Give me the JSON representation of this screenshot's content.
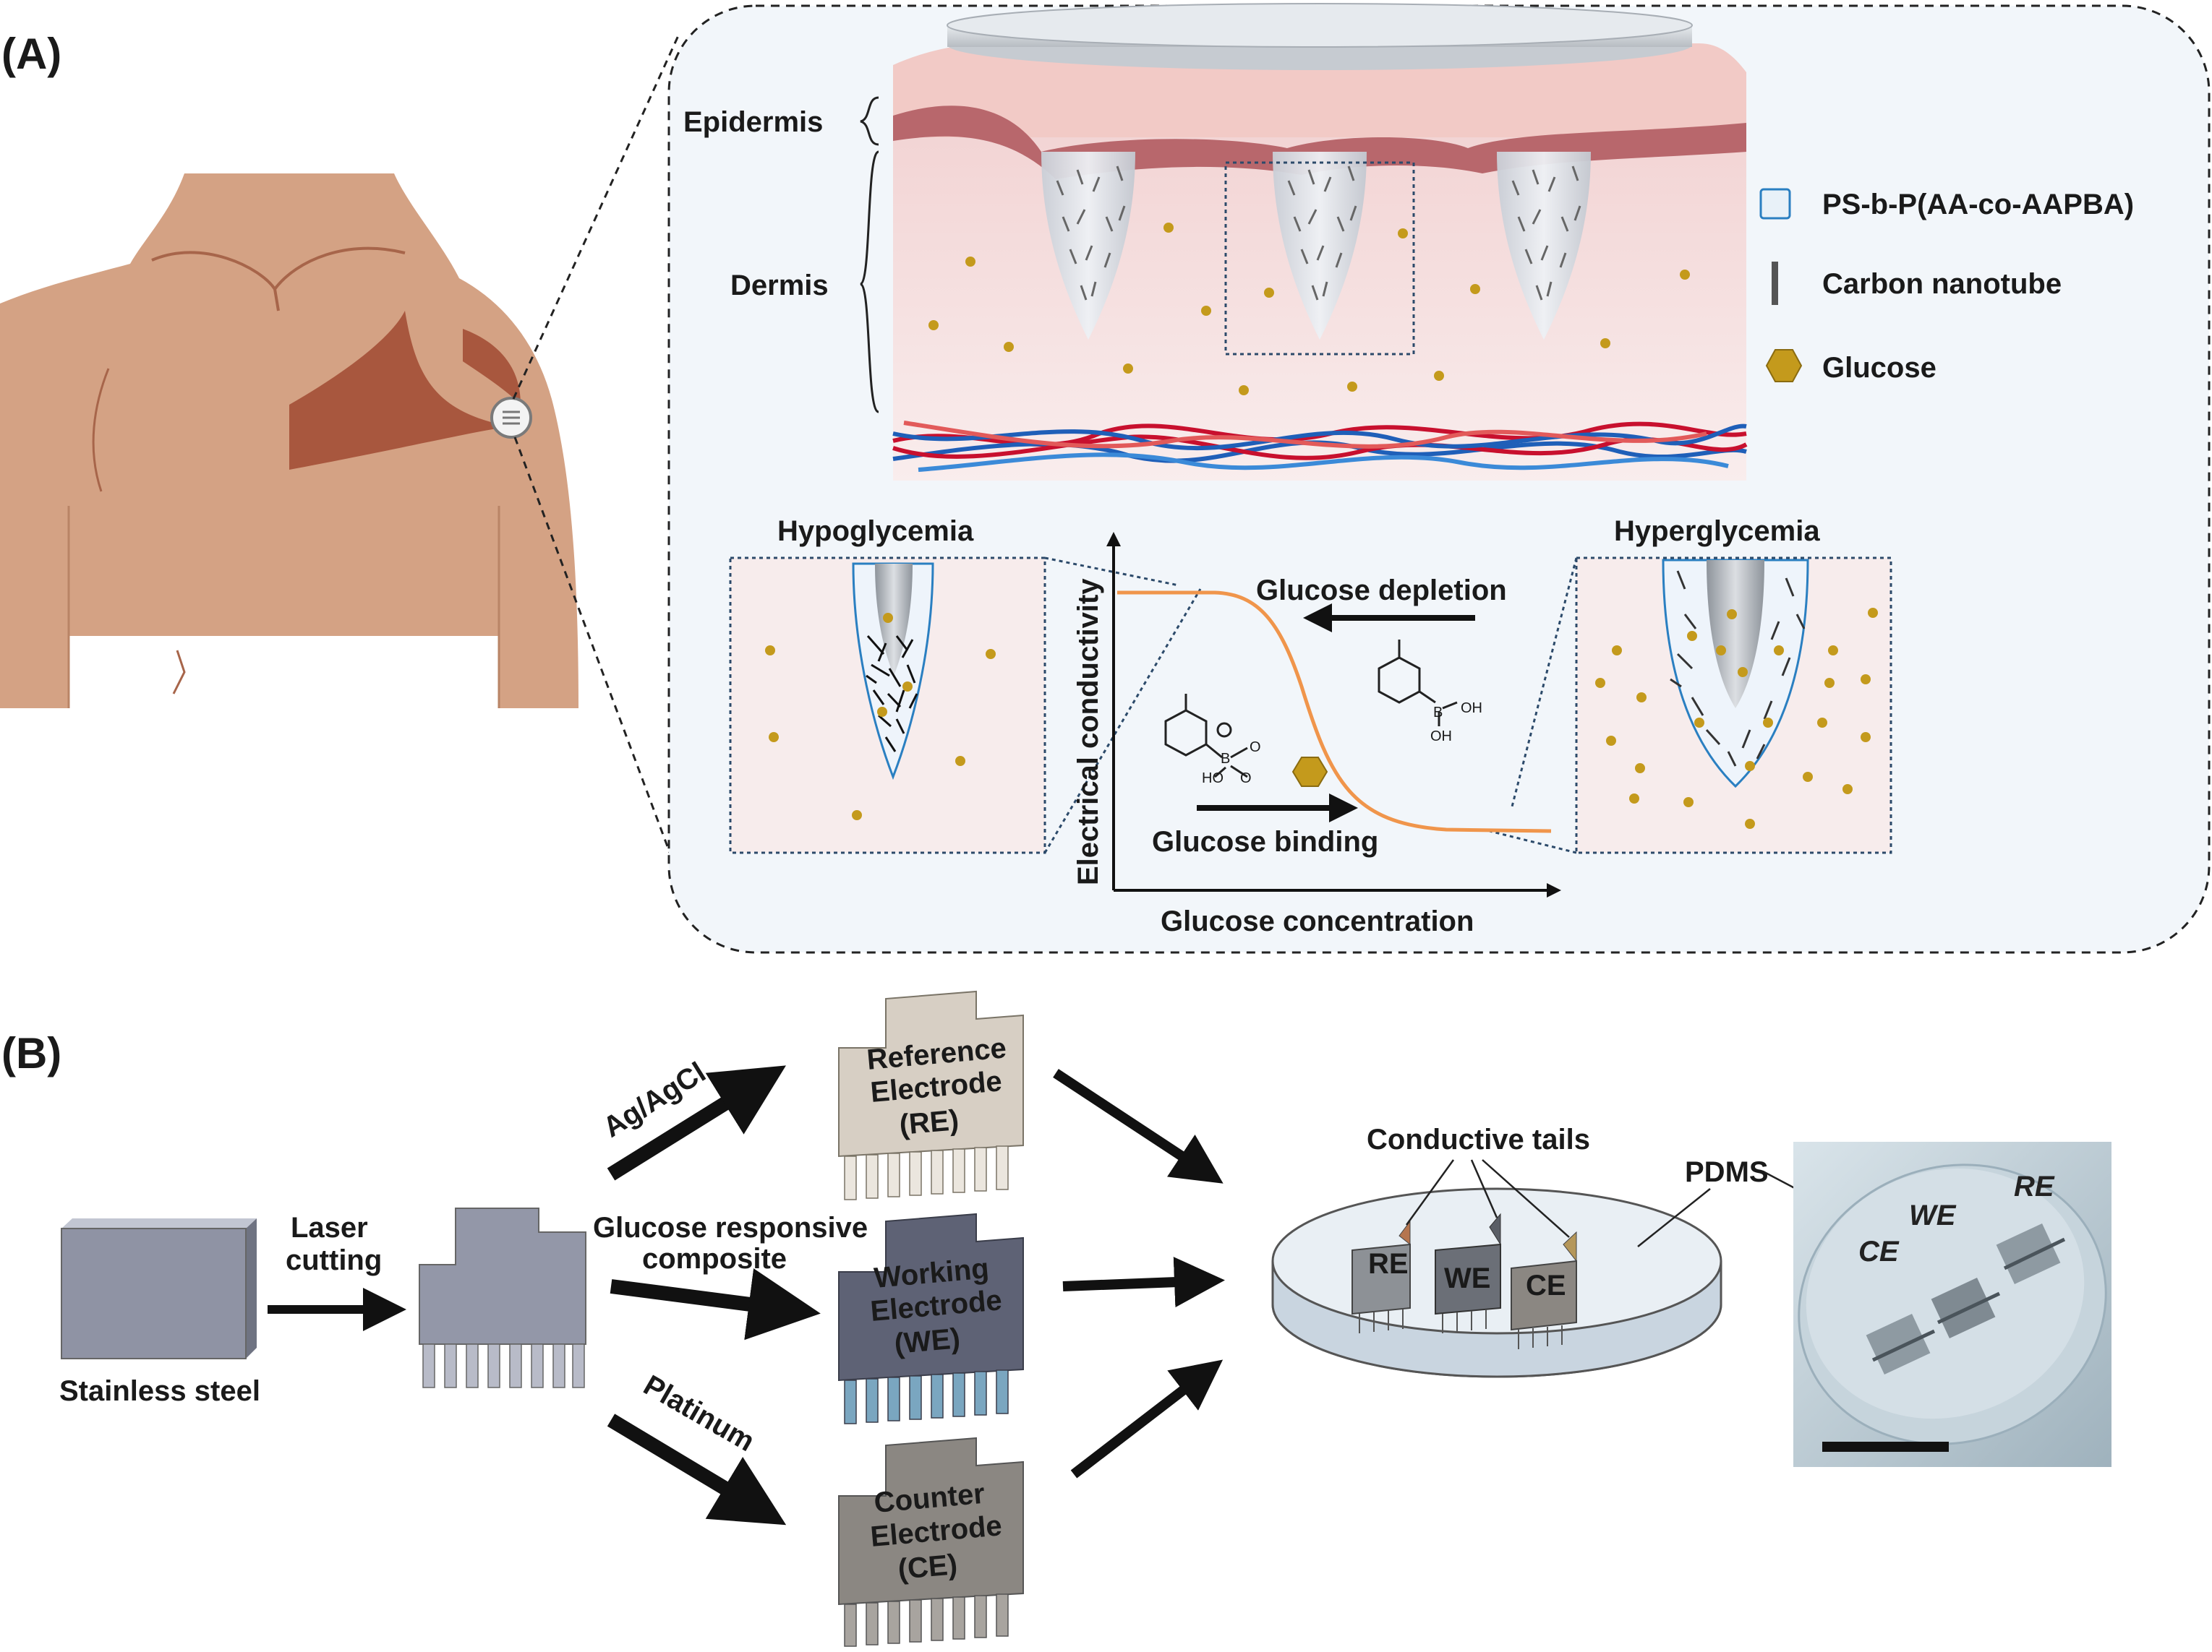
{
  "panel_a": {
    "label": "(A)",
    "skin": {
      "epidermis": "Epidermis",
      "dermis": "Dermis"
    },
    "legend": [
      {
        "text": "PS-b-P(AA-co-AAPBA)",
        "icon": "square-outline-icon"
      },
      {
        "text": "Carbon nanotube",
        "icon": "rod-icon"
      },
      {
        "text": "Glucose",
        "icon": "hexagon-icon"
      }
    ],
    "states": {
      "hypo": "Hypoglycemia",
      "hyper": "Hyperglycemia"
    },
    "graph": {
      "xlabel": "Glucose concentration",
      "ylabel": "Electrical conductivity",
      "depletion": "Glucose depletion",
      "binding": "Glucose binding"
    },
    "molecule": {
      "oh": "OH",
      "ho": "HO",
      "b": "B",
      "o": "O"
    },
    "colors": {
      "skin": "#d4a284",
      "glucose": "#c49a1c",
      "curve": "#f0954b",
      "membrane": "#2a7fc1",
      "blood_red": "#c8102e",
      "blood_blue": "#1f5fb8"
    }
  },
  "panel_b": {
    "label": "(B)",
    "steel": "Stainless steel",
    "laser": [
      "Laser",
      "cutting"
    ],
    "ag": "Ag/AgCl",
    "composite": [
      "Glucose responsive",
      "composite"
    ],
    "platinum": "Platinum",
    "re": [
      "Reference",
      "Electrode",
      "(RE)"
    ],
    "we": [
      "Working",
      "Electrode",
      "(WE)"
    ],
    "ce": [
      "Counter",
      "Electrode",
      "(CE)"
    ],
    "tails": "Conductive tails",
    "pdms": "PDMS",
    "dish_labels": {
      "re": "RE",
      "we": "WE",
      "ce": "CE"
    }
  }
}
